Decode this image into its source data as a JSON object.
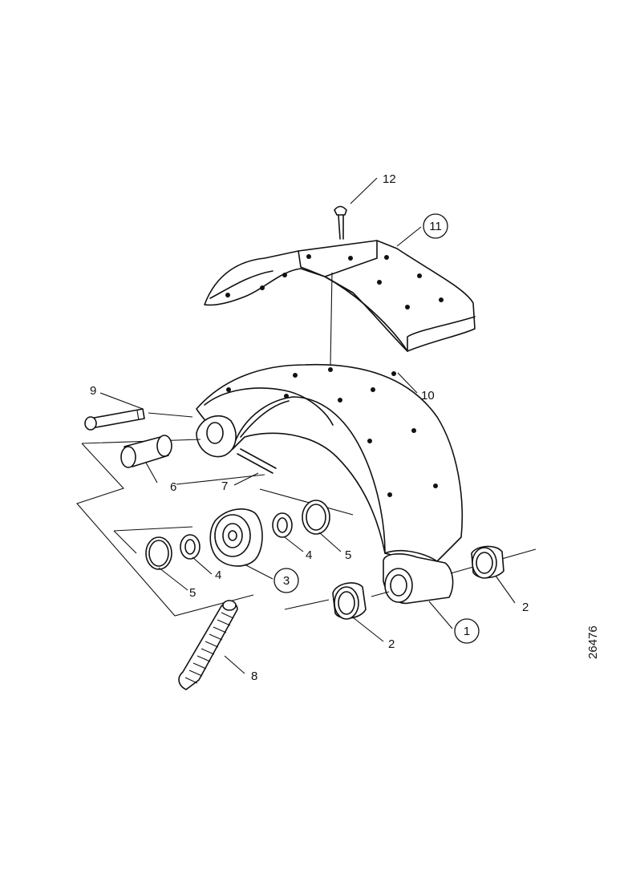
{
  "diagram": {
    "reference_number": "26476",
    "callouts": [
      {
        "id": "c1",
        "number": "1",
        "circled": true
      },
      {
        "id": "c2a",
        "number": "2",
        "circled": false
      },
      {
        "id": "c2b",
        "number": "2",
        "circled": false
      },
      {
        "id": "c3",
        "number": "3",
        "circled": true
      },
      {
        "id": "c4a",
        "number": "4",
        "circled": false
      },
      {
        "id": "c4b",
        "number": "4",
        "circled": false
      },
      {
        "id": "c5a",
        "number": "5",
        "circled": false
      },
      {
        "id": "c5b",
        "number": "5",
        "circled": false
      },
      {
        "id": "c6",
        "number": "6",
        "circled": false
      },
      {
        "id": "c7",
        "number": "7",
        "circled": false
      },
      {
        "id": "c8",
        "number": "8",
        "circled": false
      },
      {
        "id": "c9",
        "number": "9",
        "circled": false
      },
      {
        "id": "c10",
        "number": "10",
        "circled": false
      },
      {
        "id": "c11",
        "number": "11",
        "circled": true
      },
      {
        "id": "c12",
        "number": "12",
        "circled": false
      }
    ]
  }
}
